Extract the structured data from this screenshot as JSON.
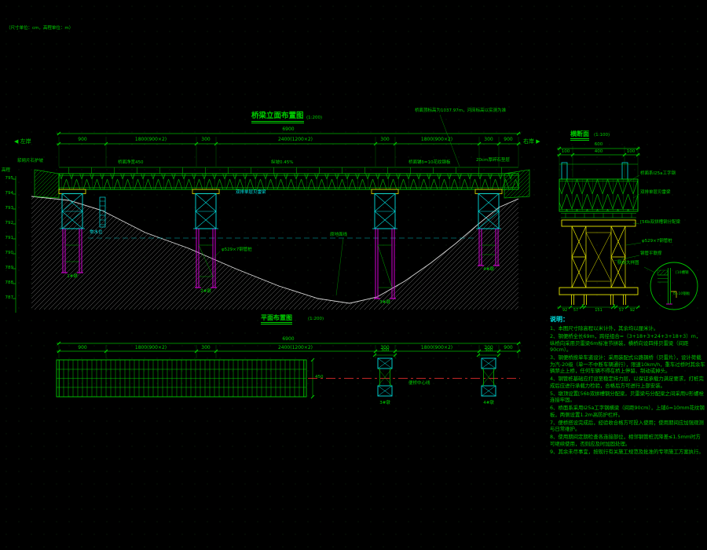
{
  "meta": {
    "unit_note": "（尺寸单位：cm，高程单位：m）",
    "top_note": "桥面顶标高为1037.97m，河床标高以实测为准"
  },
  "elevation": {
    "title": "桥梁立面布置图",
    "scale": "(1:200)",
    "left_bank": "◀ 左岸",
    "right_bank": "右岸 ▶",
    "total_dim": "6900",
    "dims": [
      "900",
      "1800(900×2)",
      "300",
      "2400(1200×2)",
      "300",
      "1800(900×2)",
      "300",
      "900"
    ],
    "axis_title": "高程",
    "axis_values": [
      "795",
      "794",
      "793",
      "792",
      "791",
      "790",
      "789",
      "788",
      "787"
    ],
    "labels": {
      "left_slope": "浆砌片石护坡",
      "right_slope": "20cm厚碎石垫层",
      "deck_width": "桥面净宽450",
      "grade": "纵坡0.45%",
      "deck_plate": "桥面铺δ=10花纹钢板",
      "bailey": "双排单层贝雷梁",
      "ground": "原地面线",
      "water": "常水位",
      "pile": "φ529×7钢管桩",
      "pier1": "1#墩",
      "pier2": "2#墩",
      "pier3": "3#墩",
      "pier4": "4#墩"
    }
  },
  "section": {
    "title": "横断面",
    "scale": "(1:100)",
    "total_dim": "600",
    "dims": [
      "100",
      "400",
      "100"
    ],
    "bottom_dims": [
      "92",
      "57",
      "8",
      "151",
      "8",
      "57",
      "92"
    ],
    "callouts": [
      "桥面系I25a工字钢",
      "双排单层贝雷梁",
      "[56b双拼槽钢分配梁",
      "φ529×7钢管桩",
      "钢管平联撑"
    ],
    "detail_ref": "侧向大样图",
    "detail_labels": [
      "[10槽钢",
      "δ=10钢板"
    ]
  },
  "plan": {
    "title": "平面布置图",
    "scale": "(1:200)",
    "total_dim": "6900",
    "dims": [
      "900",
      "1800(900×2)",
      "300",
      "2400(1200×2)",
      "300",
      "1800(900×2)",
      "300",
      "900"
    ],
    "width_dim": "450",
    "centerline": "便桥中心线",
    "pier_dims": [
      "300",
      "300"
    ],
    "pier_labels": [
      "3#墩",
      "4#墩"
    ]
  },
  "notes": {
    "title": "说明：",
    "items": [
      "1、本图尺寸除高程以米计外，其余均以厘米计。",
      "2、钢便桥全长69m，跨径组合=（3+18+3+24+3+18+3）m，纵桥向采用贝雷梁6m标准节拼装，横桥向设四排贝雷梁（间距90cm）。",
      "3、钢便桥按单车道设计：采用装配式公路钢桥（贝雷片），设计荷载为汽-20级（单一不中断车辆通行），限速10km/h，重车过桥时其余车辆禁止上桥，任何车辆不得在桥上停留、制动或掉头。",
      "4、钢管桩基础应打设至稳定持力层，以保证承载力满足要求，打桩完成后应进行承载力检验，合格后方可进行上部安装。",
      "5、墩顶设置[56b双拼槽钢分配梁，贝雷梁与分配梁之间采用U形螺栓连接牢固。",
      "6、桥面系采用I25a工字钢横梁（间距90cm），上铺δ=10mm花纹钢板，两侧设置1.2m高防护栏杆。",
      "7、便桥搭设完成后，经验收合格方可投入使用；使用期间应加强观测与日常维护。",
      "8、使用期间定期检查各连接部位，相邻钢管桩沉降差≤1.5mm时方可继续使用，否则应及时加固处理。",
      "9、其余未尽事宜，按现行有关施工规范及批准的专项施工方案执行。"
    ]
  }
}
